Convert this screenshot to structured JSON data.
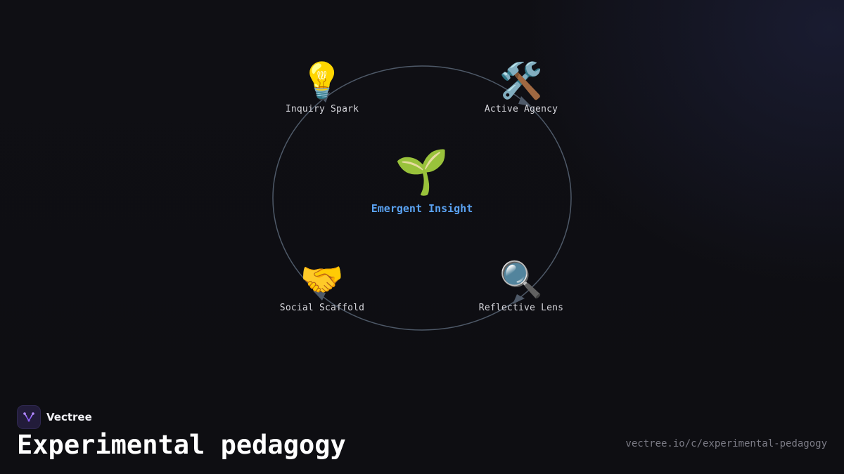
{
  "diagram": {
    "center": {
      "icon": "seedling-icon",
      "emoji": "🌱",
      "label": "Emergent Insight"
    },
    "nodes": [
      {
        "id": "top-left",
        "icon": "lightbulb-icon",
        "emoji": "💡",
        "label": "Inquiry Spark"
      },
      {
        "id": "top-right",
        "icon": "hammer-and-wrench-icon",
        "emoji": "🛠️",
        "label": "Active Agency"
      },
      {
        "id": "bottom-right",
        "icon": "magnifying-glass-icon",
        "emoji": "🔍",
        "label": "Reflective Lens"
      },
      {
        "id": "bottom-left",
        "icon": "handshake-icon",
        "emoji": "🤝",
        "label": "Social Scaffold"
      }
    ],
    "colors": {
      "cycle_line": "#4e5968",
      "arrow": "#4e5968",
      "center_label": "#5aa2f2"
    }
  },
  "brand": {
    "name": "Vectree",
    "logo_icon": "vectree-logo-icon",
    "logo_color": "#8a5cf6"
  },
  "page": {
    "title": "Experimental pedagogy",
    "url": "vectree.io/c/experimental-pedagogy"
  }
}
